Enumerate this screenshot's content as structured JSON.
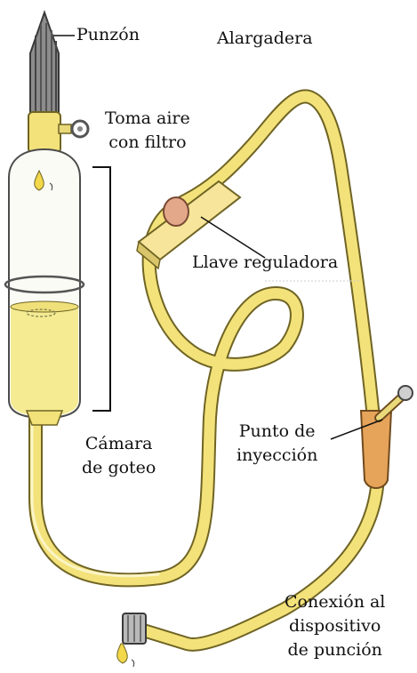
{
  "labels": {
    "punzon": "Punzón",
    "alargadera": "Alargadera",
    "toma_aire_1": "Toma aire",
    "toma_aire_2": "con filtro",
    "llave": "Llave reguladora",
    "camara_1": "Cámara",
    "camara_2": "de goteo",
    "punto_1": "Punto de",
    "punto_2": "inyección",
    "conexion_1": "Conexión al",
    "conexion_2": "dispositivo",
    "conexion_3": "de punción"
  },
  "colors": {
    "tube": "#f3e27a",
    "tube_outline": "#6f6424",
    "liquid": "#f4eb93",
    "spike": "#8c8c8c",
    "regulator": "#f6e59a",
    "wheel": "#e3a78a",
    "injection_port": "#e6a45a",
    "connector": "#b9b9b9"
  }
}
